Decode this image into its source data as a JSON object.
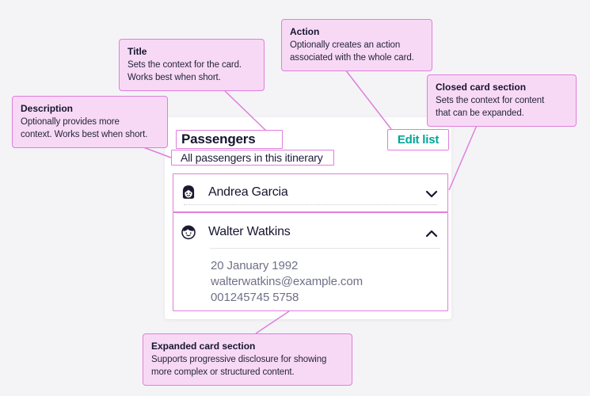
{
  "colors": {
    "background": "#f4f4f6",
    "panel": "#ffffff",
    "annotation_fill": "#f8d9f5",
    "annotation_border": "#e07edb",
    "text_primary": "#16152f",
    "text_secondary": "#6f7087",
    "action_teal": "#00a698"
  },
  "annotations": {
    "title": {
      "heading": "Title",
      "body": "Sets the context for the card.\nWorks best when short."
    },
    "action": {
      "heading": "Action",
      "body": "Optionally creates an action\nassociated with the whole card."
    },
    "closed": {
      "heading": "Closed card section",
      "body": "Sets the context for content\nthat can be expanded."
    },
    "description": {
      "heading": "Description",
      "body": "Optionally provides more\ncontext. Works best when short."
    },
    "expanded": {
      "heading": "Expanded card section",
      "body": "Supports progressive disclosure for showing\nmore complex or structured content."
    }
  },
  "card": {
    "title": "Passengers",
    "description": "All passengers in this itinerary",
    "action_label": "Edit list",
    "rows": [
      {
        "name": "Andrea Garcia",
        "avatar": "female-avatar",
        "state": "collapsed",
        "chevron": "chevron-down"
      },
      {
        "name": "Walter Watkins",
        "avatar": "male-avatar",
        "state": "expanded",
        "chevron": "chevron-up",
        "details": [
          "20 January 1992",
          "walterwatkins@example.com",
          "001245745 5758"
        ]
      }
    ]
  }
}
